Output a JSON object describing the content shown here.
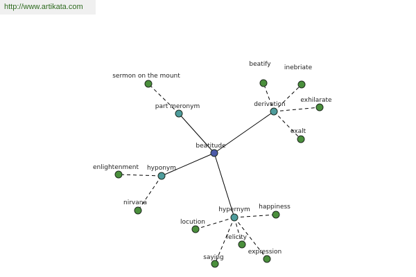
{
  "header": {
    "link_text": "http://www.artikata.com"
  },
  "colors": {
    "center": "#4b5aa8",
    "relation": "#4e9c9c",
    "leaf": "#4a8f3c",
    "edge": "#000000"
  },
  "graph": {
    "center": {
      "id": "beatitude",
      "label": "beatitude"
    },
    "relations": [
      {
        "id": "part-meronym",
        "label": "part meronym",
        "leaves": [
          "sermon on the mount"
        ]
      },
      {
        "id": "derivation",
        "label": "derivation",
        "leaves": [
          "beatify",
          "inebriate",
          "exhilarate",
          "exalt"
        ]
      },
      {
        "id": "hyponym",
        "label": "hyponym",
        "leaves": [
          "enlightenment",
          "nirvana"
        ]
      },
      {
        "id": "hypernym",
        "label": "hypernym",
        "leaves": [
          "happiness",
          "locution",
          "felicity",
          "expression",
          "saying"
        ]
      }
    ]
  }
}
